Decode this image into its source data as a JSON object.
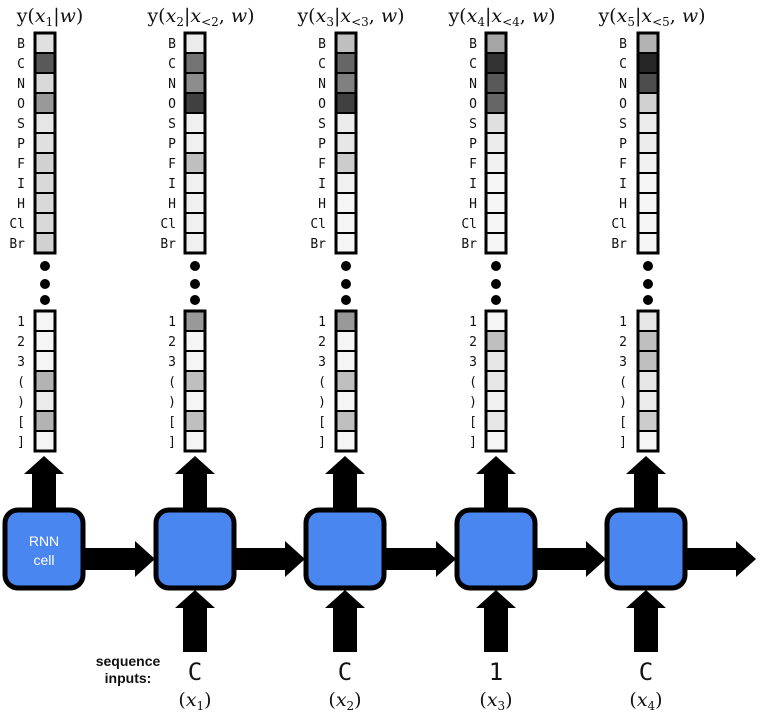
{
  "tokens_top": [
    "B",
    "C",
    "N",
    "O",
    "S",
    "P",
    "F",
    "I",
    "H",
    "Cl",
    "Br"
  ],
  "tokens_bottom": [
    "1",
    "2",
    "3",
    "(",
    ")",
    "[",
    "]"
  ],
  "cell_label": [
    "RNN",
    "cell"
  ],
  "inputs_label": [
    "sequence",
    "inputs:"
  ],
  "colors": {
    "cell_fill": "#4a86f0",
    "cell_stroke": "#000000",
    "arrow": "#000000"
  },
  "steps": [
    {
      "title_base": "y(",
      "title_var": "x",
      "title_sub": "1",
      "title_rest": "|w)",
      "top_gray": [
        0.12,
        0.65,
        0.15,
        0.4,
        0.1,
        0.12,
        0.18,
        0.15,
        0.15,
        0.15,
        0.18
      ],
      "bottom_gray": [
        0.04,
        0.04,
        0.04,
        0.3,
        0.08,
        0.3,
        0.04
      ],
      "input_token": null,
      "input_var": null
    },
    {
      "title_base": "y(",
      "title_var": "x",
      "title_sub": "2",
      "title_rest": "|x<2, w)",
      "top_gray": [
        0.08,
        0.55,
        0.45,
        0.75,
        0.06,
        0.06,
        0.25,
        0.06,
        0.06,
        0.06,
        0.06
      ],
      "bottom_gray": [
        0.4,
        0.04,
        0.04,
        0.25,
        0.04,
        0.25,
        0.04
      ],
      "input_token": "C",
      "input_var": "(x1)"
    },
    {
      "title_base": "y(",
      "title_var": "x",
      "title_sub": "3",
      "title_rest": "|x<3, w)",
      "top_gray": [
        0.25,
        0.6,
        0.5,
        0.75,
        0.08,
        0.1,
        0.2,
        0.06,
        0.04,
        0.04,
        0.04
      ],
      "bottom_gray": [
        0.4,
        0.04,
        0.04,
        0.25,
        0.04,
        0.25,
        0.04
      ],
      "input_token": "C",
      "input_var": "(x2)"
    },
    {
      "title_base": "y(",
      "title_var": "x",
      "title_sub": "4",
      "title_rest": "|x<4, w)",
      "top_gray": [
        0.35,
        0.8,
        0.65,
        0.6,
        0.12,
        0.08,
        0.06,
        0.04,
        0.04,
        0.04,
        0.04
      ],
      "bottom_gray": [
        0.04,
        0.25,
        0.1,
        0.1,
        0.06,
        0.1,
        0.04
      ],
      "input_token": "1",
      "input_var": "(x3)"
    },
    {
      "title_base": "y(",
      "title_var": "x",
      "title_sub": "5",
      "title_rest": "|x<5, w)",
      "top_gray": [
        0.3,
        0.85,
        0.7,
        0.18,
        0.08,
        0.08,
        0.06,
        0.04,
        0.04,
        0.04,
        0.04
      ],
      "bottom_gray": [
        0.1,
        0.25,
        0.25,
        0.1,
        0.08,
        0.2,
        0.04
      ],
      "input_token": "C",
      "input_var": "(x4)"
    }
  ]
}
